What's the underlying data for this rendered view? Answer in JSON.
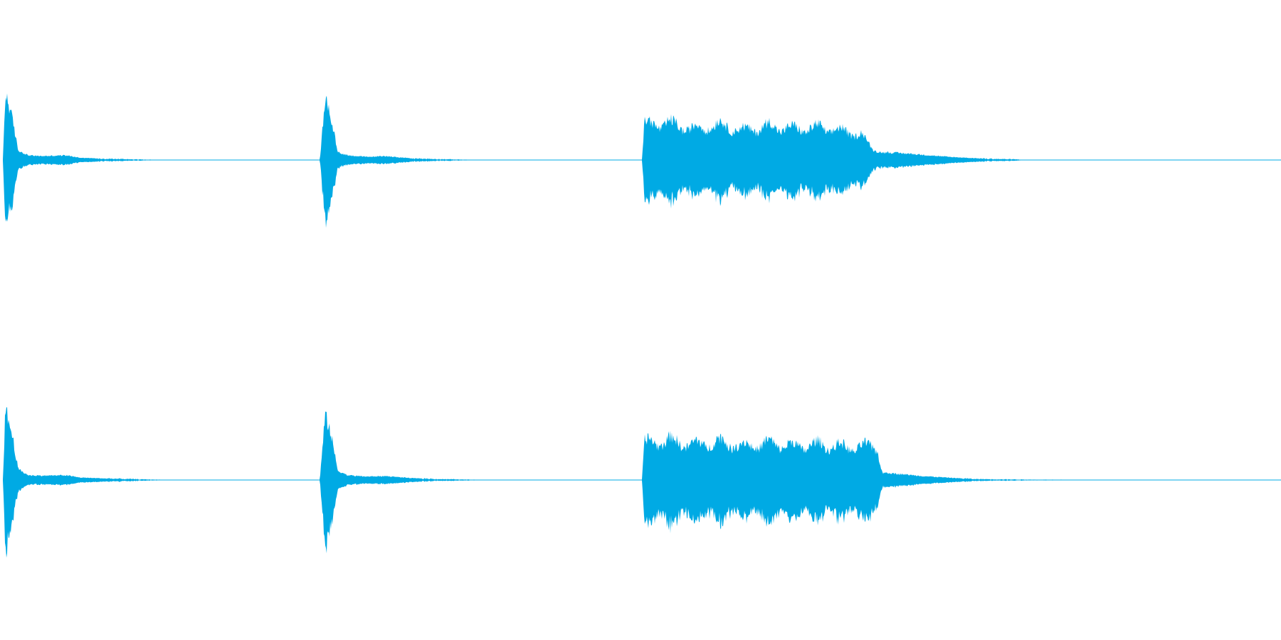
{
  "colors": {
    "waveform": "#00aae4",
    "background": "#ffffff"
  },
  "chart_data": {
    "type": "area",
    "channels": 2,
    "duration_fraction_visible": 1.0,
    "amplitude_range": [
      -1,
      1
    ],
    "grid": false,
    "legend": "none",
    "channel_envelopes": [
      {
        "time": [
          0.0,
          0.002,
          0.004,
          0.008,
          0.012,
          0.02,
          0.03,
          0.05,
          0.06,
          0.08,
          0.11,
          0.13,
          0.248,
          0.252,
          0.255,
          0.258,
          0.262,
          0.27,
          0.285,
          0.3,
          0.32,
          0.34,
          0.373,
          0.5,
          0.502,
          0.52,
          0.54,
          0.56,
          0.58,
          0.6,
          0.62,
          0.64,
          0.66,
          0.672,
          0.68,
          0.69,
          0.71,
          0.74,
          0.77,
          0.793,
          0.8,
          1.0
        ],
        "amplitude": [
          0.0,
          0.42,
          0.38,
          0.24,
          0.06,
          0.03,
          0.025,
          0.03,
          0.015,
          0.008,
          0.003,
          0.0,
          0.0,
          0.38,
          0.34,
          0.22,
          0.05,
          0.03,
          0.02,
          0.025,
          0.01,
          0.006,
          0.0,
          0.0,
          0.25,
          0.26,
          0.22,
          0.25,
          0.21,
          0.24,
          0.22,
          0.23,
          0.2,
          0.18,
          0.08,
          0.05,
          0.04,
          0.02,
          0.008,
          0.004,
          0.0,
          0.0
        ]
      },
      {
        "time": [
          0.0,
          0.002,
          0.004,
          0.008,
          0.012,
          0.02,
          0.03,
          0.05,
          0.06,
          0.08,
          0.11,
          0.134,
          0.248,
          0.252,
          0.255,
          0.258,
          0.262,
          0.27,
          0.285,
          0.3,
          0.32,
          0.34,
          0.383,
          0.5,
          0.502,
          0.52,
          0.54,
          0.56,
          0.58,
          0.6,
          0.62,
          0.64,
          0.66,
          0.684,
          0.688,
          0.7,
          0.72,
          0.74,
          0.76,
          0.81,
          1.0
        ],
        "amplitude": [
          0.0,
          0.44,
          0.4,
          0.26,
          0.07,
          0.03,
          0.028,
          0.03,
          0.016,
          0.01,
          0.004,
          0.0,
          0.0,
          0.4,
          0.36,
          0.24,
          0.06,
          0.03,
          0.022,
          0.025,
          0.012,
          0.006,
          0.0,
          0.0,
          0.26,
          0.28,
          0.25,
          0.27,
          0.24,
          0.26,
          0.24,
          0.25,
          0.23,
          0.24,
          0.05,
          0.04,
          0.025,
          0.015,
          0.006,
          0.002,
          0.0
        ]
      }
    ]
  }
}
